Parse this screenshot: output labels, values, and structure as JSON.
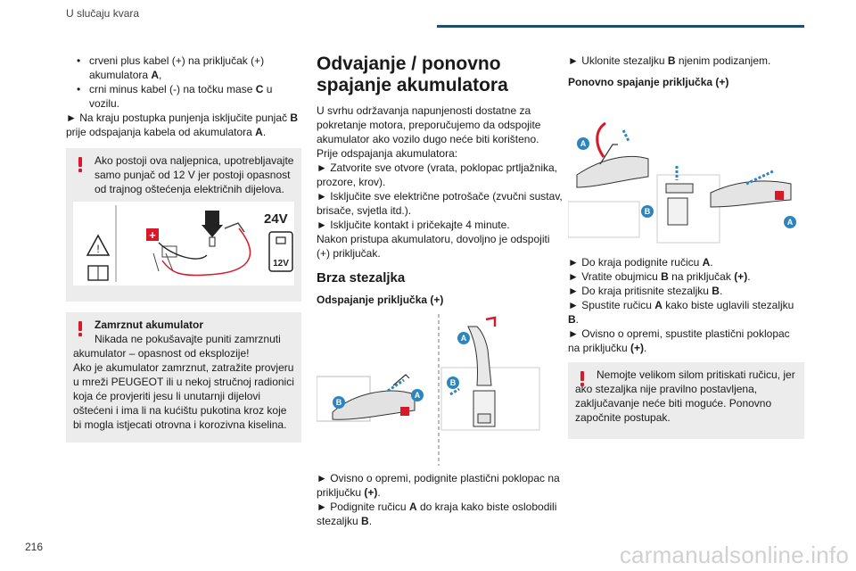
{
  "header": {
    "section": "U slučaju kvara",
    "bar_color": "#1e4e6e"
  },
  "page_number": "216",
  "watermark": "carmanualsonline.info",
  "col1": {
    "bullet1_text": "crveni plus kabel (+) na priključak (+) akumulatora ",
    "bullet1_bold": "A",
    "bullet1_end": ",",
    "bullet2_text": "crni minus kabel (-) na točku mase ",
    "bullet2_bold": "C",
    "bullet2_end": " u vozilu.",
    "step_text": "► Na kraju postupka punjenja isključite punjač ",
    "step_b": "B",
    "step_mid": " prije odspajanja kabela od akumulatora ",
    "step_a": "A",
    "step_end": ".",
    "warn1": "Ako postoji ova naljepnica, upotrebljavajte samo punjač od 12 V jer postoji opasnost od trajnog oštećenja električnih dijelova.",
    "label_24v": "24V",
    "label_12v": "12V",
    "warn2_title": "Zamrznut akumulator",
    "warn2_line1": "Nikada ne pokušavajte puniti zamrznuti akumulator – opasnost od eksplozije!",
    "warn2_body": "Ako je akumulator zamrznut, zatražite provjeru u mreži PEUGEOT ili u nekoj stručnoj radionici koja će provjeriti jesu li unutarnji dijelovi oštećeni i ima li na kućištu pukotina kroz koje bi mogla istjecati otrovna i korozivna kiselina."
  },
  "col2": {
    "title": "Odvajanje / ponovno spajanje akumulatora",
    "intro": "U svrhu održavanja napunjenosti dostatne za pokretanje motora, preporučujemo da odspojite akumulator ako vozilo dugo neće biti korišteno.",
    "before": "Prije odspajanja akumulatora:",
    "s1": "► Zatvorite sve otvore (vrata, poklopac prtljažnika, prozore, krov).",
    "s2": "► Isključite sve električne potrošače (zvučni sustav, brisače, svjetla itd.).",
    "s3": "► Isključite kontakt i pričekajte 4 minute.",
    "s4": "Nakon pristupa akumulatoru, dovoljno je odspojiti (+) priključak.",
    "sub": "Brza stezaljka",
    "subsub": "Odspajanje priključka (+)",
    "fig_a": "A",
    "fig_b": "B",
    "after1_text": "► Ovisno o opremi, podignite plastični poklopac na priključku ",
    "after1_bold": "(+)",
    "after1_end": ".",
    "after2_text": "► Podignite ručicu ",
    "after2_a": "A",
    "after2_mid": " do kraja kako biste oslobodili stezaljku ",
    "after2_b": "B",
    "after2_end": "."
  },
  "col3": {
    "top_text": "► Uklonite stezaljku ",
    "top_b": "B",
    "top_end": " njenim podizanjem.",
    "heading": "Ponovno spajanje priključka (+)",
    "fig_a": "A",
    "fig_b": "B",
    "r1_text": "► Do kraja podignite ručicu ",
    "r1_b": "A",
    "r1_end": ".",
    "r2_text": "► Vratite obujmicu ",
    "r2_b": "B",
    "r2_mid": " na priključak ",
    "r2_plus": "(+)",
    "r2_end": ".",
    "r3_text": "► Do kraja pritisnite stezaljku ",
    "r3_b": "B",
    "r3_end": ".",
    "r4_text": "► Spustite ručicu ",
    "r4_a": "A",
    "r4_mid": " kako biste uglavili stezaljku ",
    "r4_b": "B",
    "r4_end": ".",
    "r5_text": "► Ovisno o opremi, spustite plastični poklopac na priključku ",
    "r5_bold": "(+)",
    "r5_end": ".",
    "warn": "Nemojte velikom silom pritiskati ručicu, jer ako stezaljka nije pravilno postavljena, zaključavanje neće biti moguće. Ponovno započnite postupak."
  },
  "colors": {
    "warning_red": "#d8192a",
    "callout_blue": "#2e84bd",
    "box_gray": "#ececec"
  }
}
